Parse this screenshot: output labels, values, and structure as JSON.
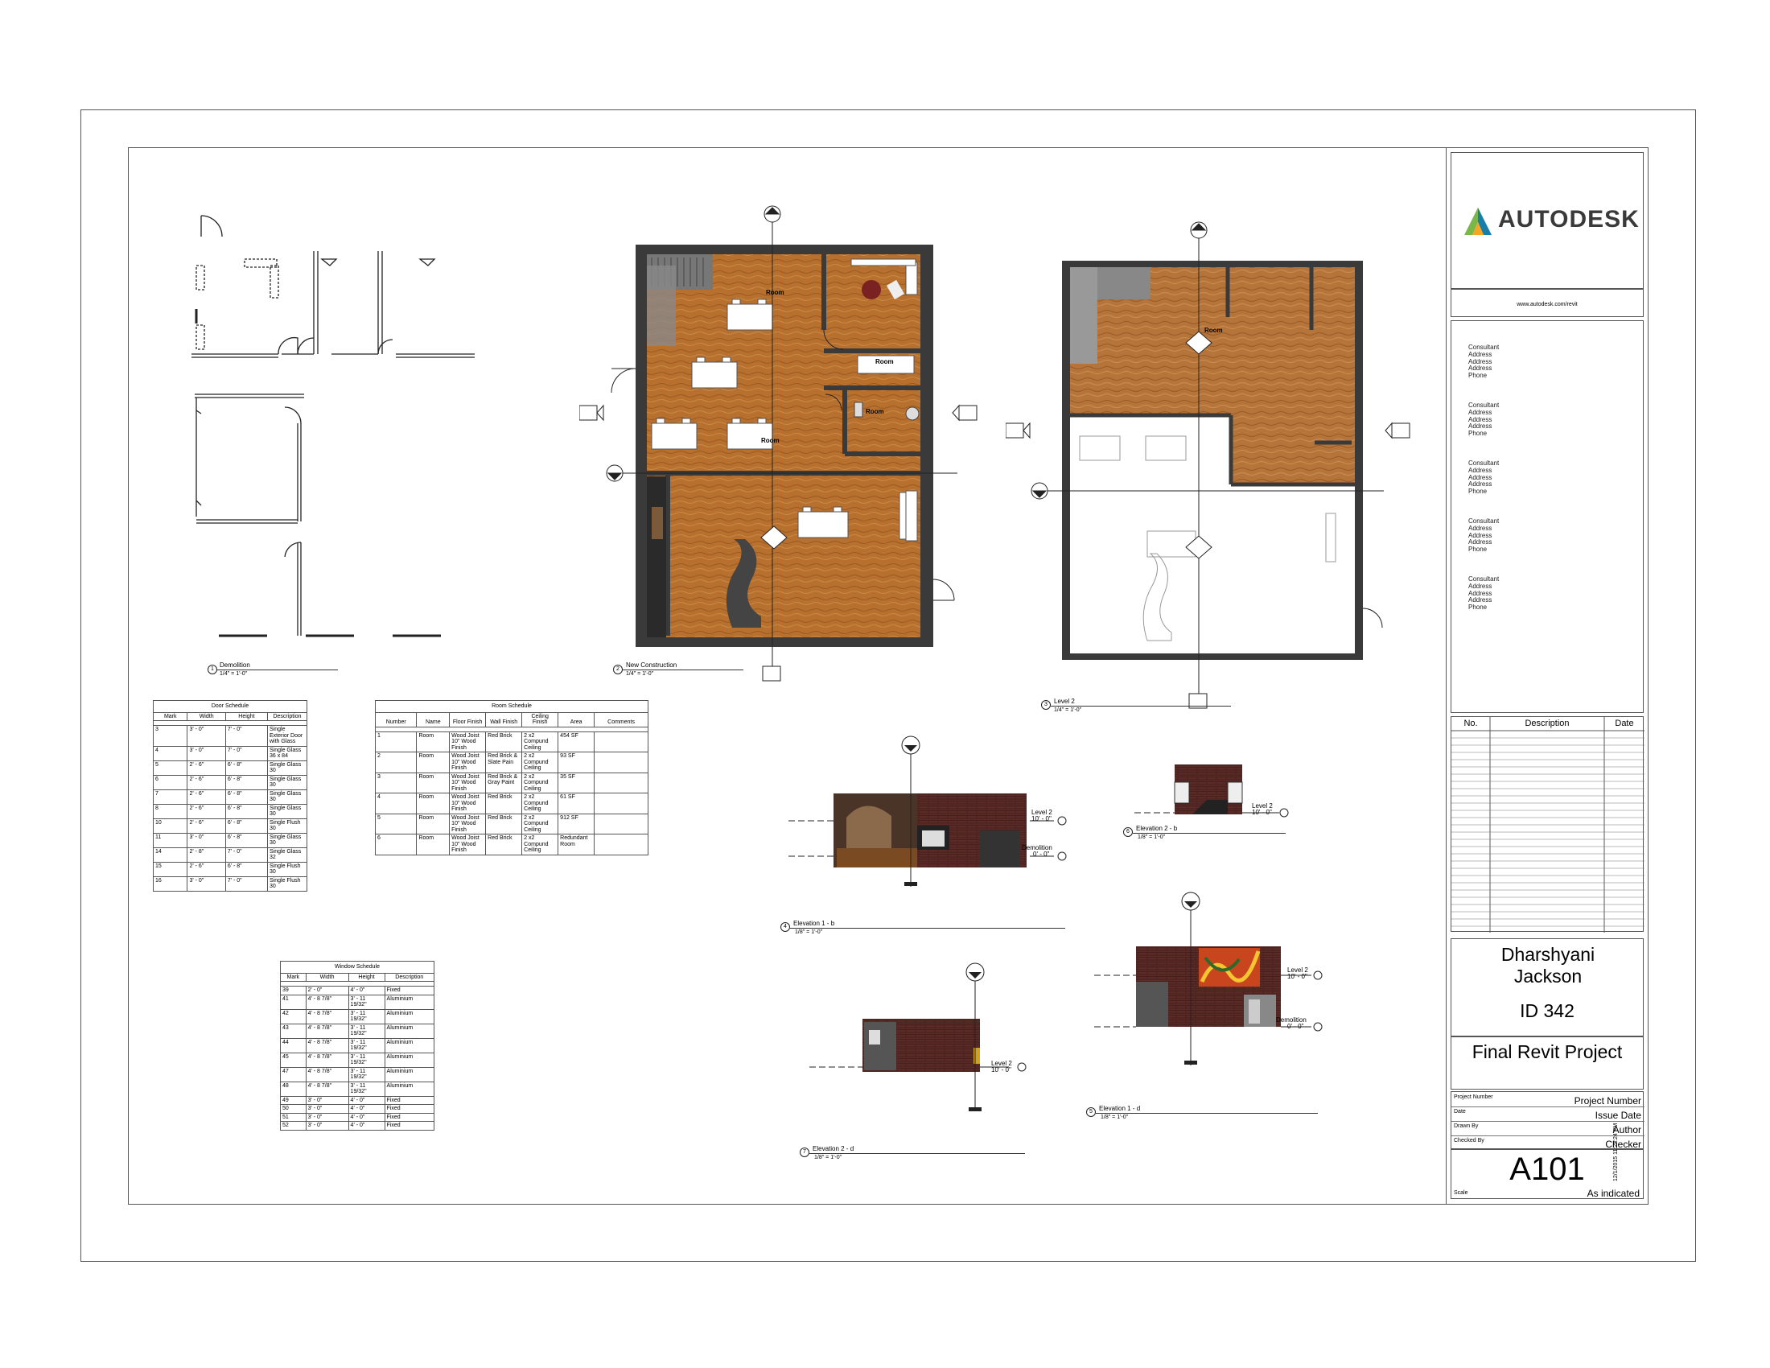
{
  "title_block": {
    "company": "AUTODESK",
    "website": "www.autodesk.com/revit",
    "consultants": [
      {
        "name": "Consultant",
        "lines": [
          "Address",
          "Address",
          "Address",
          "Phone"
        ]
      },
      {
        "name": "Consultant",
        "lines": [
          "Address",
          "Address",
          "Address",
          "Phone"
        ]
      },
      {
        "name": "Consultant",
        "lines": [
          "Address",
          "Address",
          "Address",
          "Phone"
        ]
      },
      {
        "name": "Consultant",
        "lines": [
          "Address",
          "Address",
          "Address",
          "Phone"
        ]
      },
      {
        "name": "Consultant",
        "lines": [
          "Address",
          "Address",
          "Address",
          "Phone"
        ]
      }
    ],
    "revision_headers": {
      "no": "No.",
      "description": "Description",
      "date": "Date"
    },
    "student_name": "Dharshyani Jackson",
    "student_id": "ID 342",
    "project_name": "Final Revit Project",
    "fields": [
      {
        "label": "Project Number",
        "value": "Project Number"
      },
      {
        "label": "Date",
        "value": "Issue Date"
      },
      {
        "label": "Drawn By",
        "value": "Author"
      },
      {
        "label": "Checked By",
        "value": "Checker"
      }
    ],
    "sheet_number": "A101",
    "scale_label": "Scale",
    "scale_value": "As indicated",
    "timestamp": "12/1/2015 11:23:24 PM"
  },
  "views": [
    {
      "number": "1",
      "name": "Demolition",
      "scale": "1/4\" = 1'-0\""
    },
    {
      "number": "2",
      "name": "New Construction",
      "scale": "1/4\" = 1'-0\""
    },
    {
      "number": "3",
      "name": "Level 2",
      "scale": "1/4\" = 1'-0\""
    },
    {
      "number": "4",
      "name": "Elevation 1 - b",
      "scale": "1/8\" = 1'-0\""
    },
    {
      "number": "6",
      "name": "Elevation 2 - b",
      "scale": "1/8\" = 1'-0\""
    },
    {
      "number": "5",
      "name": "Elevation 1 - d",
      "scale": "1/8\" = 1'-0\""
    },
    {
      "number": "7",
      "name": "Elevation 2 - d",
      "scale": "1/8\" = 1'-0\""
    }
  ],
  "levels": {
    "level2": "Level 2",
    "level2_elev": "10' - 0\"",
    "demo": "Demolition",
    "demo_elev": "0' - 0\""
  },
  "room_tag": "Room",
  "door_schedule": {
    "title": "Door Schedule",
    "headers": [
      "Mark",
      "Width",
      "Height",
      "Description"
    ],
    "rows": [
      [
        "3",
        "3' - 0\"",
        "7' - 0\"",
        "Single Exterior Door with Glass"
      ],
      [
        "4",
        "3' - 0\"",
        "7' - 0\"",
        "Single Glass 36 x 84"
      ],
      [
        "5",
        "2' - 6\"",
        "6' - 8\"",
        "Single Glass 30"
      ],
      [
        "6",
        "2' - 6\"",
        "6' - 8\"",
        "Single Glass 30"
      ],
      [
        "7",
        "2' - 6\"",
        "6' - 8\"",
        "Single Glass 30"
      ],
      [
        "8",
        "2' - 6\"",
        "6' - 8\"",
        "Single Glass 30"
      ],
      [
        "10",
        "2' - 6\"",
        "6' - 8\"",
        "Single Flush 30"
      ],
      [
        "11",
        "3' - 0\"",
        "6' - 8\"",
        "Single Glass 30"
      ],
      [
        "14",
        "2' - 8\"",
        "7' - 0\"",
        "Single Glass 32"
      ],
      [
        "15",
        "2' - 6\"",
        "6' - 8\"",
        "Single Flush 30"
      ],
      [
        "16",
        "3' - 0\"",
        "7' - 0\"",
        "Single Flush 30"
      ]
    ]
  },
  "room_schedule": {
    "title": "Room Schedule",
    "headers": [
      "Number",
      "Name",
      "Floor Finish",
      "Wall Finish",
      "Ceiling Finish",
      "Area",
      "Comments"
    ],
    "rows": [
      [
        "1",
        "Room",
        "Wood Joist 10\" Wood Finish",
        "Red Brick",
        "2 x2 Compund Ceiling",
        "454 SF",
        ""
      ],
      [
        "2",
        "Room",
        "Wood Joist 10\" Wood Finish",
        "Red Brick & Slate Pain",
        "2 x2 Compund Ceiling",
        "93 SF",
        ""
      ],
      [
        "3",
        "Room",
        "Wood Joist 10\" Wood Finish",
        "Red Brick & Gray Paint",
        "2 x2 Compund Ceiling",
        "35 SF",
        ""
      ],
      [
        "4",
        "Room",
        "Wood Joist 10\" Wood Finish",
        "Red Brick",
        "2 x2 Compund Ceiling",
        "61 SF",
        ""
      ],
      [
        "5",
        "Room",
        "Wood Joist 10\" Wood Finish",
        "Red Brick",
        "2 x2 Compund Ceiling",
        "912 SF",
        ""
      ],
      [
        "6",
        "Room",
        "Wood Joist 10\" Wood Finish",
        "Red Brick",
        "2 x2 Compund Ceiling",
        "Redundant Room",
        ""
      ]
    ]
  },
  "window_schedule": {
    "title": "Window Schedule",
    "headers": [
      "Mark",
      "Width",
      "Height",
      "Description"
    ],
    "rows": [
      [
        "39",
        "2' - 0\"",
        "4' - 0\"",
        "Fixed"
      ],
      [
        "41",
        "4' - 8 7/8\"",
        "3' - 11 19/32\"",
        "Aluminium"
      ],
      [
        "42",
        "4' - 8 7/8\"",
        "3' - 11 19/32\"",
        "Aluminium"
      ],
      [
        "43",
        "4' - 8 7/8\"",
        "3' - 11 19/32\"",
        "Aluminium"
      ],
      [
        "44",
        "4' - 8 7/8\"",
        "3' - 11 19/32\"",
        "Aluminium"
      ],
      [
        "45",
        "4' - 8 7/8\"",
        "3' - 11 19/32\"",
        "Aluminium"
      ],
      [
        "47",
        "4' - 8 7/8\"",
        "3' - 11 19/32\"",
        "Aluminium"
      ],
      [
        "48",
        "4' - 8 7/8\"",
        "3' - 11 19/32\"",
        "Aluminium"
      ],
      [
        "49",
        "3' - 0\"",
        "4' - 0\"",
        "Fixed"
      ],
      [
        "50",
        "3' - 0\"",
        "4' - 0\"",
        "Fixed"
      ],
      [
        "51",
        "3' - 0\"",
        "4' - 0\"",
        "Fixed"
      ],
      [
        "52",
        "3' - 0\"",
        "4' - 0\"",
        "Fixed"
      ]
    ]
  }
}
